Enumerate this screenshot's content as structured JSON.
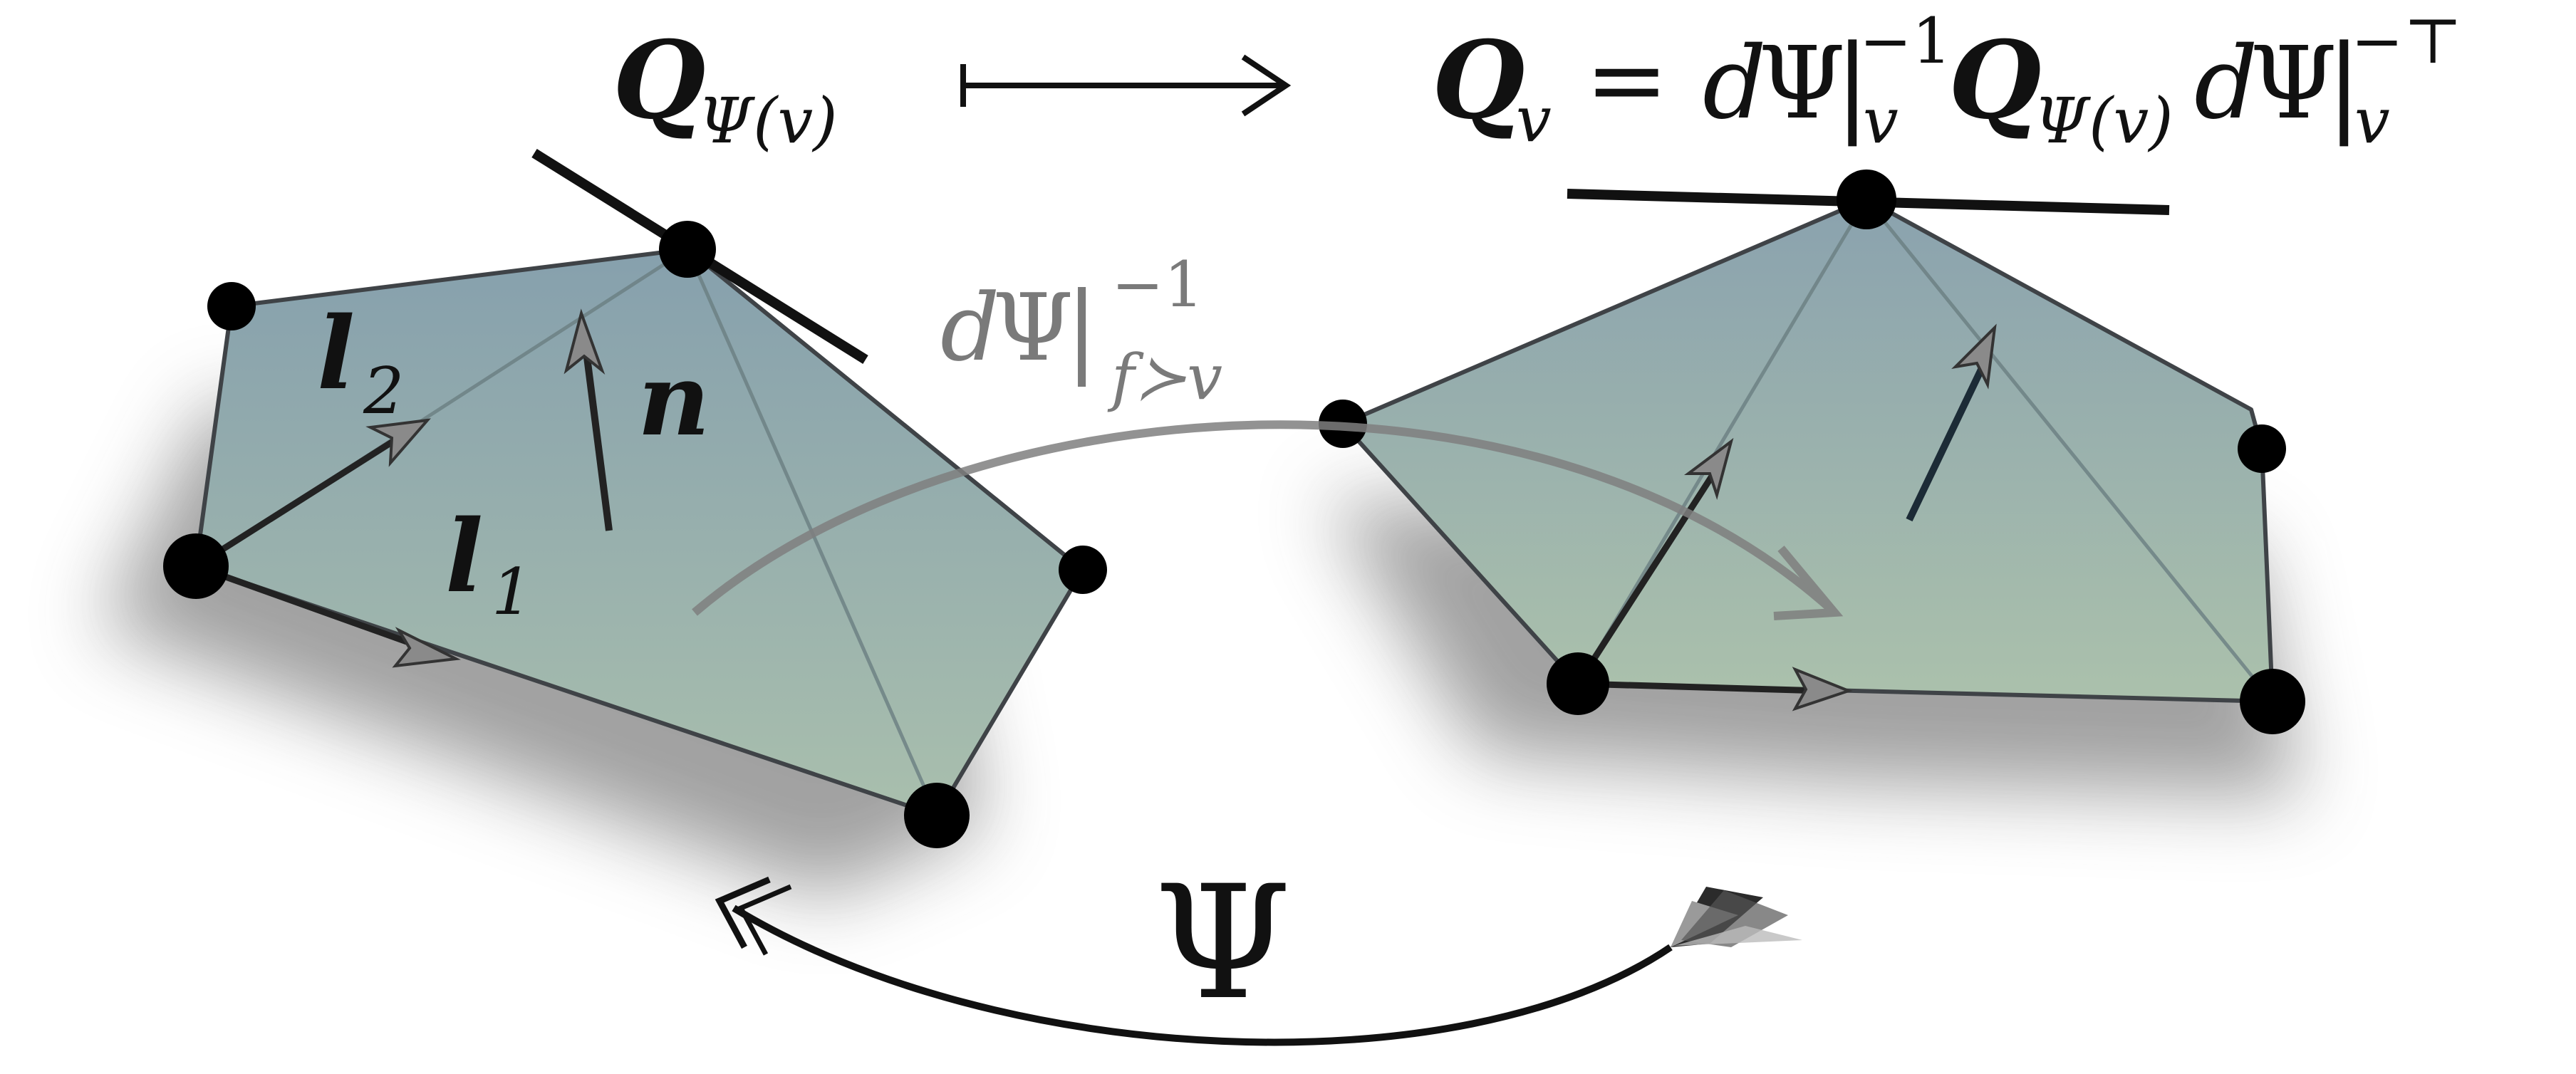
{
  "formula": {
    "source_Q": "Q",
    "source_sub": "Ψ(v)",
    "mapsto": "⟼",
    "target_Q": "Q",
    "target_sub_v": "v",
    "equals": "=",
    "d": "d",
    "psi": "Ψ",
    "bar": "|",
    "sub_v": "v",
    "sup_inv": "−1",
    "sub_psi_v": "Ψ(v)",
    "sup_invT": "−⊤"
  },
  "labels": {
    "l2": "l",
    "l2_sub": "2",
    "l1": "l",
    "l1_sub": "1",
    "n": "n",
    "dpsi_d": "d",
    "dpsi_psi": "Ψ",
    "dpsi_bar": "|",
    "dpsi_sup": "−1",
    "dpsi_sub": "f≻v",
    "psi": "Ψ"
  },
  "colors": {
    "face_top": "#8da1ab",
    "face_bottom": "#a8bcaa",
    "edge": "#3f4347",
    "vertex": "#000000",
    "arrow_fill": "#8a8a8a",
    "gray_text": "#7a7a7a",
    "gray_curve": "#7f7f7f",
    "ink": "#111111"
  }
}
